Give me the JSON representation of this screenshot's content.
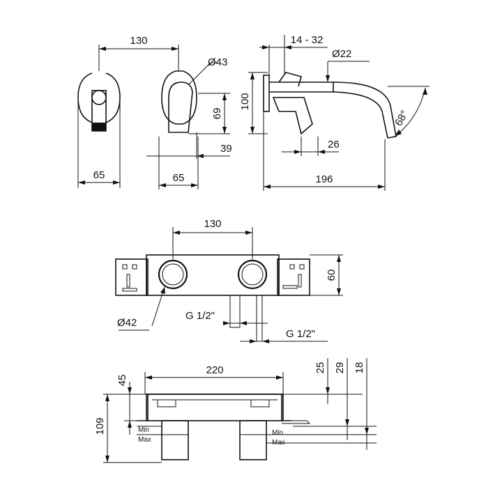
{
  "top_view": {
    "dim_spacing": "130",
    "dim_flange_diameter": "Ø43",
    "dim_width_left": "65",
    "dim_width_right": "65",
    "dim_height_69": "69",
    "dim_39": "39"
  },
  "side_view": {
    "dim_wall_range": "14 - 32",
    "dim_outlet_diameter": "Ø22",
    "dim_height": "100",
    "dim_angle": "68°",
    "dim_26": "26",
    "dim_projection": "196"
  },
  "box_view": {
    "dim_spacing": "130",
    "dim_height": "60",
    "dim_port_diameter": "Ø42",
    "dim_thread_1": "G 1/2\"",
    "dim_thread_2": "G 1/2\""
  },
  "bottom_view": {
    "dim_width": "220",
    "dim_45": "45",
    "dim_109": "109",
    "dim_25": "25",
    "dim_29": "29",
    "dim_18": "18",
    "label_min_left": "Min",
    "label_max_left": "Max",
    "label_min_right": "Min",
    "label_max_right": "Max"
  }
}
